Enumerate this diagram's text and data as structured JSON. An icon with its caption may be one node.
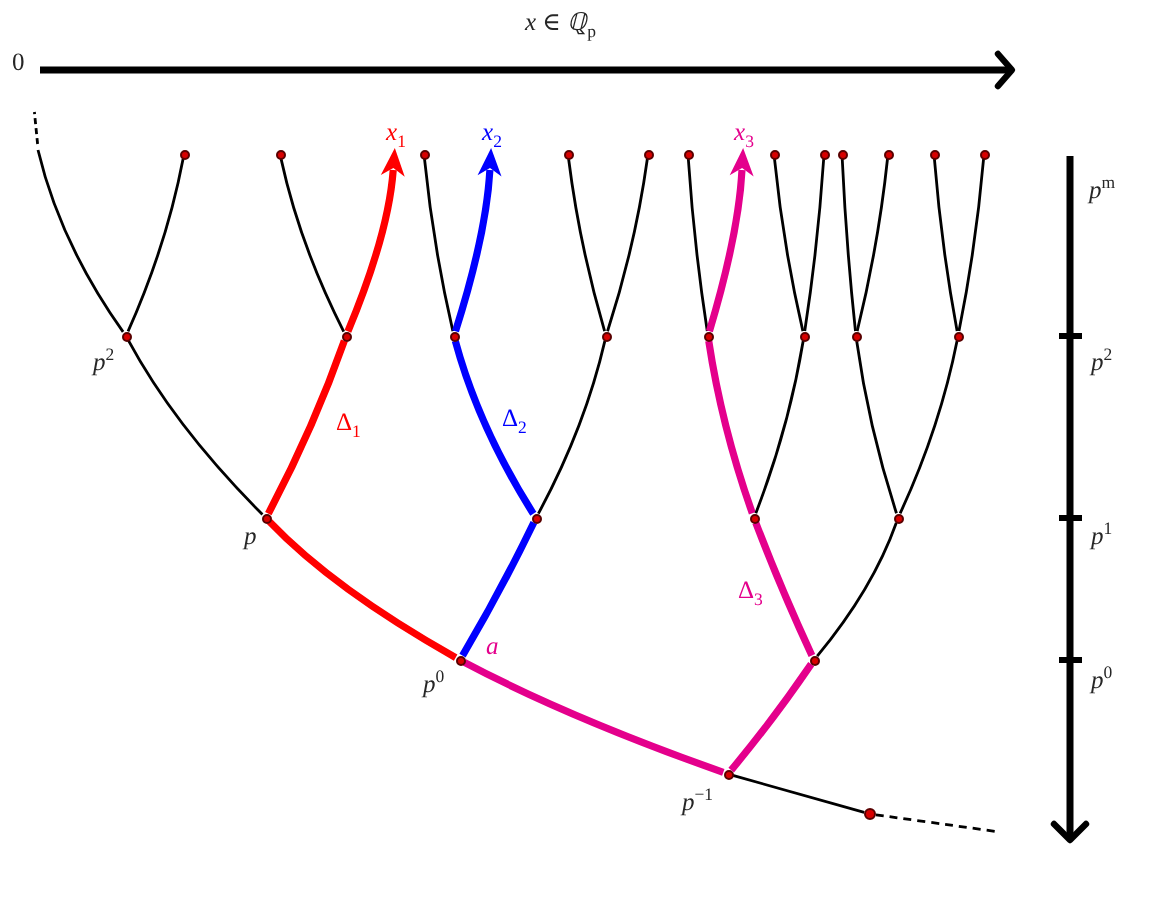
{
  "diagram": {
    "nodes": [
      {
        "text": [
          "x$_{1}$"
        ]
      },
      {
        "text": [
          "x$_{2}$"
        ]
      },
      {
        "text": [
          "x$_{3}$"
        ]
      },
      {
        "text": [],
        "shape": "circle"
      },
      {
        "text": [],
        "shape": "circle"
      },
      {
        "text": [],
        "shape": "circle"
      },
      {
        "text": [],
        "shape": "circle"
      },
      {
        "text": [],
        "shape": "circle"
      },
      {
        "text": [],
        "shape": "circle"
      },
      {
        "text": [],
        "shape": "circle"
      },
      {
        "text": [],
        "shape": "circle"
      },
      {
        "text": [],
        "shape": "circle"
      },
      {
        "text": [],
        "shape": "circle"
      },
      {
        "text": [],
        "shape": "circle"
      },
      {
        "text": [],
        "shape": "circle"
      },
      {
        "text": [],
        "shape": "circle",
        "beside": [
          "p$^{2}$"
        ]
      },
      {
        "text": [],
        "shape": "circle"
      },
      {
        "text": [],
        "shape": "circle"
      },
      {
        "text": [],
        "shape": "circle"
      },
      {
        "text": [],
        "shape": "circle"
      },
      {
        "text": [],
        "shape": "circle"
      },
      {
        "text": [],
        "shape": "circle"
      },
      {
        "text": [],
        "shape": "circle"
      },
      {
        "text": [],
        "shape": "circle",
        "beside": [
          "p"
        ]
      },
      {
        "text": [],
        "shape": "circle"
      },
      {
        "text": [],
        "shape": "circle"
      },
      {
        "text": [],
        "shape": "circle"
      },
      {
        "text": [],
        "shape": "circle",
        "beside": [
          "p$^{0}$",
          "a"
        ]
      },
      {
        "text": [],
        "shape": "circle"
      },
      {
        "text": [],
        "shape": "circle",
        "beside": [
          "p$^{−1}$"
        ]
      },
      {
        "text": [],
        "shape": "circle"
      }
    ],
    "edges": [
      {
        "from": 15,
        "to": null,
        "arrow": "none"
      },
      {
        "from": 15,
        "to": 3,
        "arrow": "none"
      },
      {
        "from": 23,
        "to": 15,
        "arrow": "none"
      },
      {
        "from": 23,
        "to": 16,
        "arrow": "none",
        "label": "Δ$_{1}$",
        "style": "thick",
        "color": "#ff0000"
      },
      {
        "from": 16,
        "to": 4,
        "arrow": "none"
      },
      {
        "from": 16,
        "to": 0,
        "arrow": "to",
        "style": "thick",
        "color": "#ff0000"
      },
      {
        "from": 27,
        "to": 23,
        "arrow": "none",
        "style": "thick",
        "color": "#ff0000"
      },
      {
        "from": 27,
        "to": 24,
        "arrow": "none",
        "style": "thick",
        "color": "#0000ff"
      },
      {
        "from": 24,
        "to": 17,
        "arrow": "none",
        "label": "Δ$_{2}$",
        "style": "thick",
        "color": "#0000ff"
      },
      {
        "from": 17,
        "to": 5,
        "arrow": "none"
      },
      {
        "from": 17,
        "to": 1,
        "arrow": "to",
        "style": "thick",
        "color": "#0000ff"
      },
      {
        "from": 24,
        "to": 18,
        "arrow": "none"
      },
      {
        "from": 18,
        "to": 6,
        "arrow": "none"
      },
      {
        "from": 18,
        "to": 7,
        "arrow": "none"
      },
      {
        "from": 29,
        "to": 27,
        "arrow": "none",
        "style": "thick",
        "color": "#e4008c"
      },
      {
        "from": 29,
        "to": 28,
        "arrow": "none",
        "style": "thick",
        "color": "#e4008c"
      },
      {
        "from": 28,
        "to": 25,
        "arrow": "none",
        "label": "Δ$_{3}$",
        "style": "thick",
        "color": "#e4008c"
      },
      {
        "from": 25,
        "to": 19,
        "arrow": "none",
        "style": "thick",
        "color": "#e4008c"
      },
      {
        "from": 19,
        "to": 8,
        "arrow": "none"
      },
      {
        "from": 19,
        "to": 2,
        "arrow": "to",
        "style": "thick",
        "color": "#e4008c"
      },
      {
        "from": 25,
        "to": 20,
        "arrow": "none"
      },
      {
        "from": 20,
        "to": 9,
        "arrow": "none"
      },
      {
        "from": 20,
        "to": 10,
        "arrow": "none"
      },
      {
        "from": 28,
        "to": 26,
        "arrow": "none"
      },
      {
        "from": 26,
        "to": 21,
        "arrow": "none"
      },
      {
        "from": 21,
        "to": 11,
        "arrow": "none"
      },
      {
        "from": 21,
        "to": 12,
        "arrow": "none"
      },
      {
        "from": 26,
        "to": 22,
        "arrow": "none"
      },
      {
        "from": 22,
        "to": 13,
        "arrow": "none"
      },
      {
        "from": 22,
        "to": 14,
        "arrow": "none"
      },
      {
        "from": 29,
        "to": 30,
        "arrow": "none"
      },
      {
        "from": 30,
        "to": null,
        "arrow": "none",
        "style": "dashed"
      }
    ],
    "labels": [
      "x ∈ ℚ$_{p}$",
      "0",
      "p$^{m}$",
      "p$^{2}$",
      "p$^{1}$",
      "p$^{0}$"
    ]
  }
}
